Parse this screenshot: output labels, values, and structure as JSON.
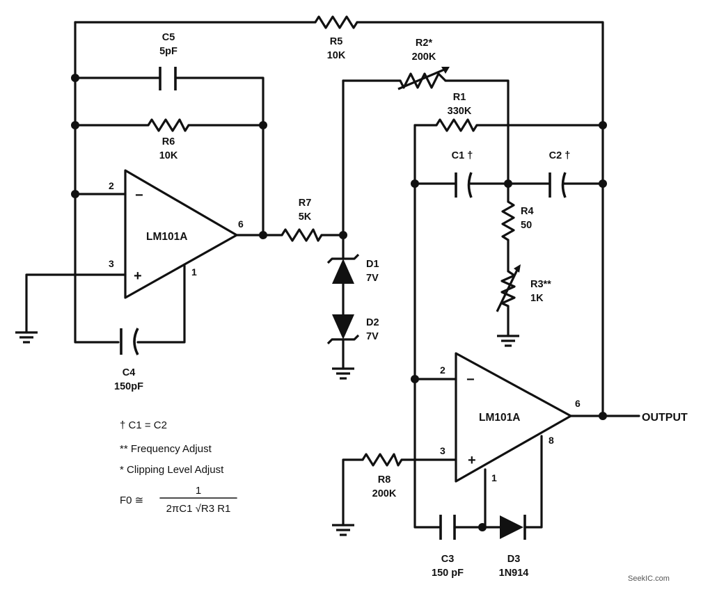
{
  "components": {
    "c5": {
      "ref": "C5",
      "value": "5pF"
    },
    "r5": {
      "ref": "R5",
      "value": "10K"
    },
    "r2": {
      "ref": "R2*",
      "value": "200K"
    },
    "r1": {
      "ref": "R1",
      "value": "330K"
    },
    "r6": {
      "ref": "R6",
      "value": "10K"
    },
    "c1": {
      "ref": "C1 †"
    },
    "c2": {
      "ref": "C2 †"
    },
    "r4": {
      "ref": "R4",
      "value": "50"
    },
    "r3": {
      "ref": "R3**",
      "value": "1K"
    },
    "r7": {
      "ref": "R7",
      "value": "5K"
    },
    "d1": {
      "ref": "D1",
      "value": "7V"
    },
    "d2": {
      "ref": "D2",
      "value": "7V"
    },
    "c4": {
      "ref": "C4",
      "value": "150pF"
    },
    "r8": {
      "ref": "R8",
      "value": "200K"
    },
    "c3": {
      "ref": "C3",
      "value": "150 pF"
    },
    "d3": {
      "ref": "D3",
      "value": "1N914"
    }
  },
  "opamps": {
    "u1": {
      "name": "LM101A",
      "pin_inv": "2",
      "pin_noninv": "3",
      "pin_out": "6",
      "pin_comp": "1",
      "minus": "−",
      "plus": "+"
    },
    "u2": {
      "name": "LM101A",
      "pin_inv": "2",
      "pin_noninv": "3",
      "pin_out": "6",
      "pin_comp": "1",
      "pin_comp2": "8",
      "minus": "−",
      "plus": "+"
    }
  },
  "output_label": "OUTPUT",
  "notes": {
    "line1": "† C1 = C2",
    "line2": "** Frequency Adjust",
    "line3": "* Clipping Level Adjust"
  },
  "formula": {
    "lhs": "F0 ≅",
    "numerator": "1",
    "denominator": "2πC1 √R3 R1"
  },
  "watermark": "SeekIC.com"
}
